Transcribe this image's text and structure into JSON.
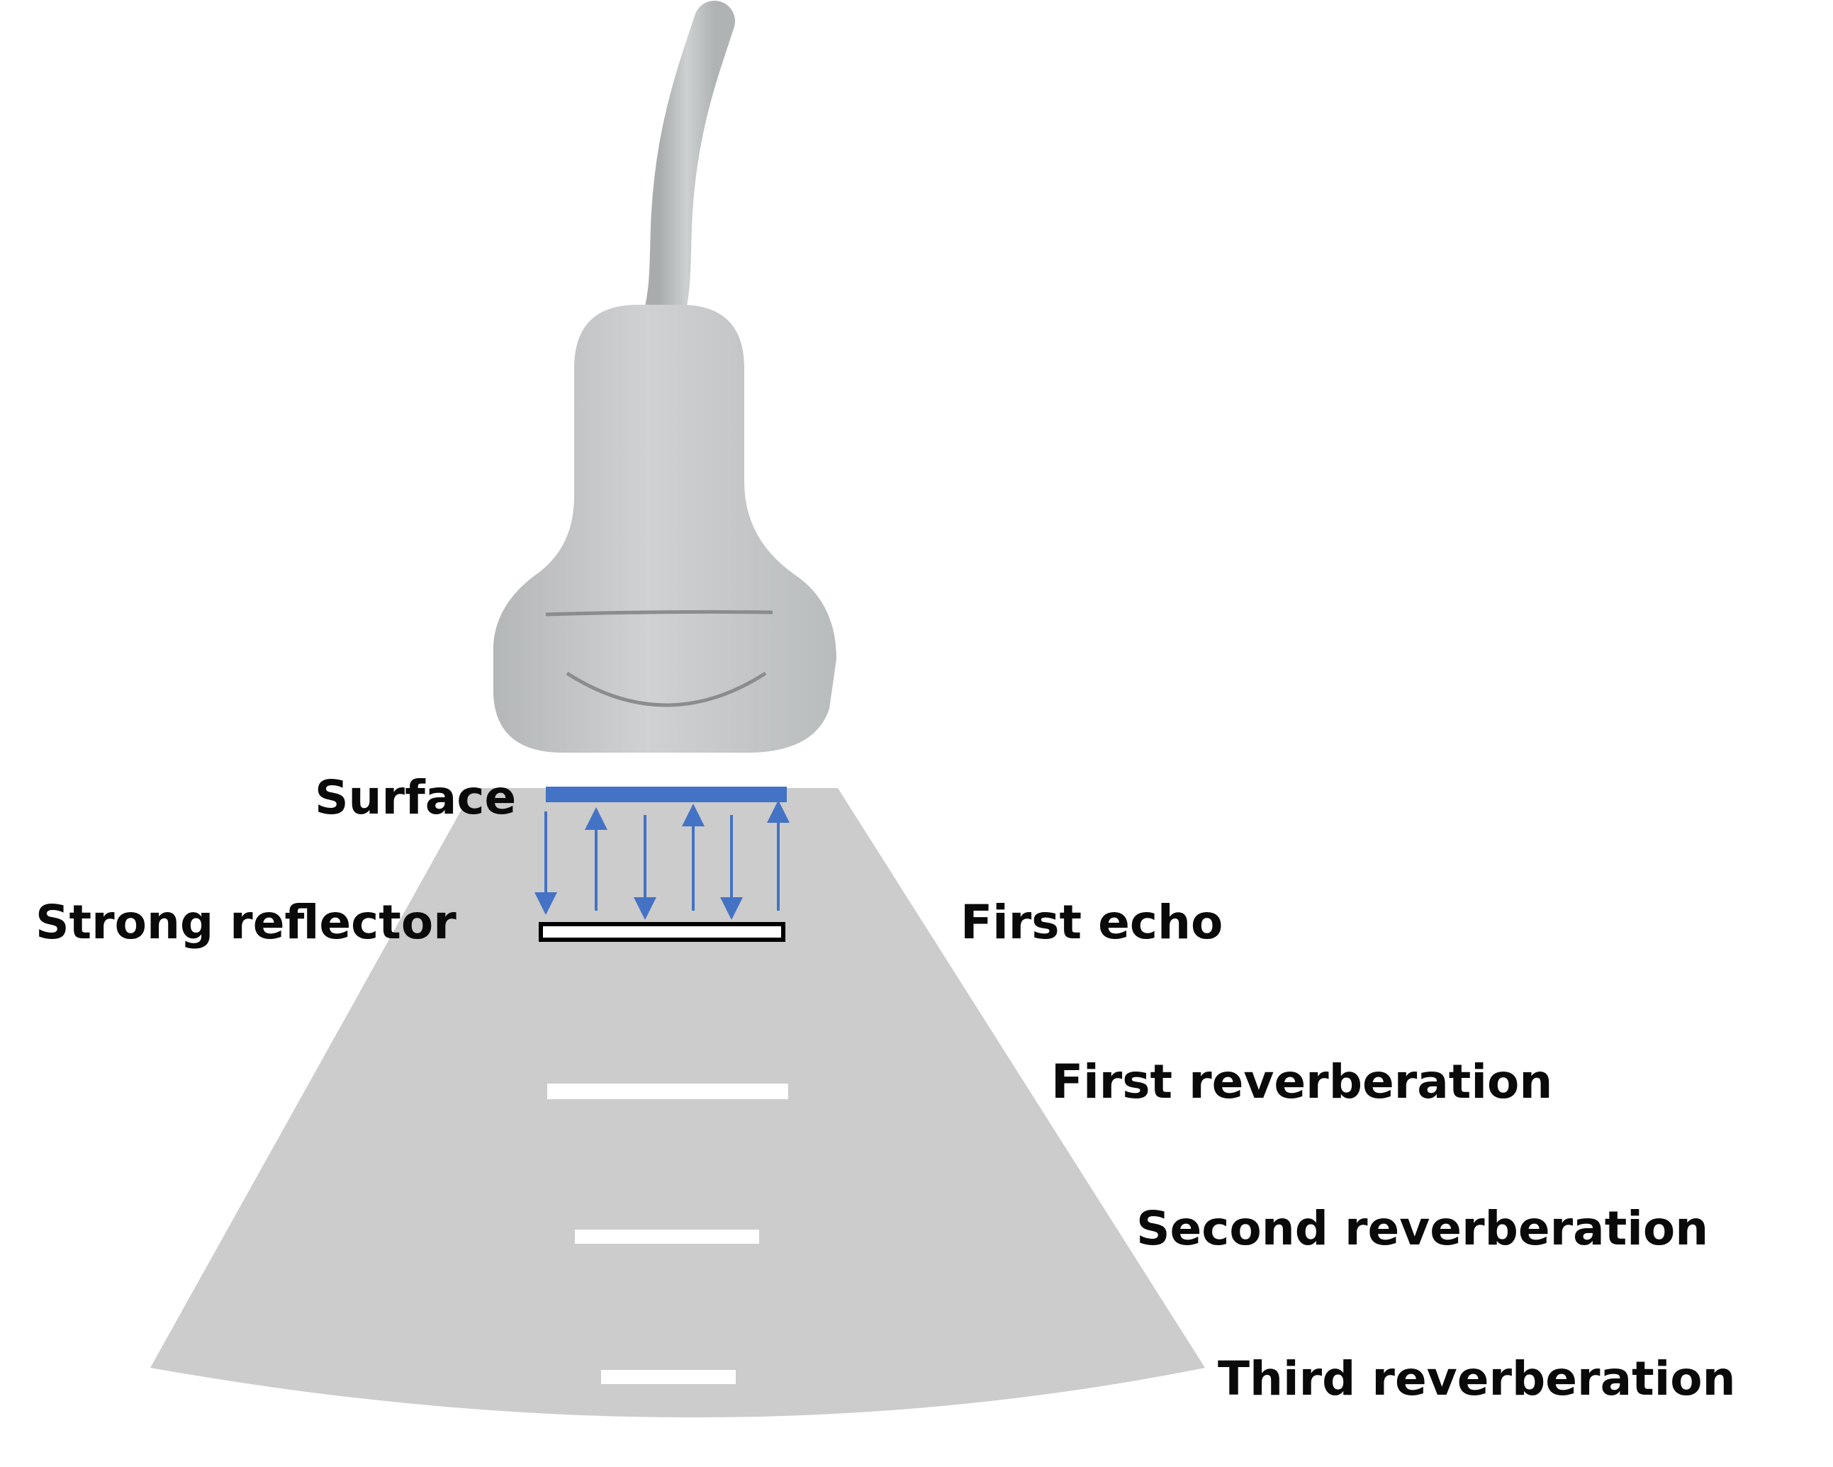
{
  "labels": {
    "surface": "Surface",
    "strong_reflector": "Strong reflector",
    "first_echo": "First echo",
    "first_reverberation": "First reverberation",
    "second_reverberation": "Second reverberation",
    "third_reverberation": "Third reverberation"
  },
  "colors": {
    "surface_line": "#4472C4",
    "arrows": "#4472C4",
    "beam": "#CCCCCC",
    "probe": "#C3C6C7",
    "reverberation_lines": "#FFFFFF",
    "reflector_outline": "#000000",
    "text": "#0A0A0A"
  },
  "icons": {
    "probe": "ultrasound-probe-icon"
  }
}
